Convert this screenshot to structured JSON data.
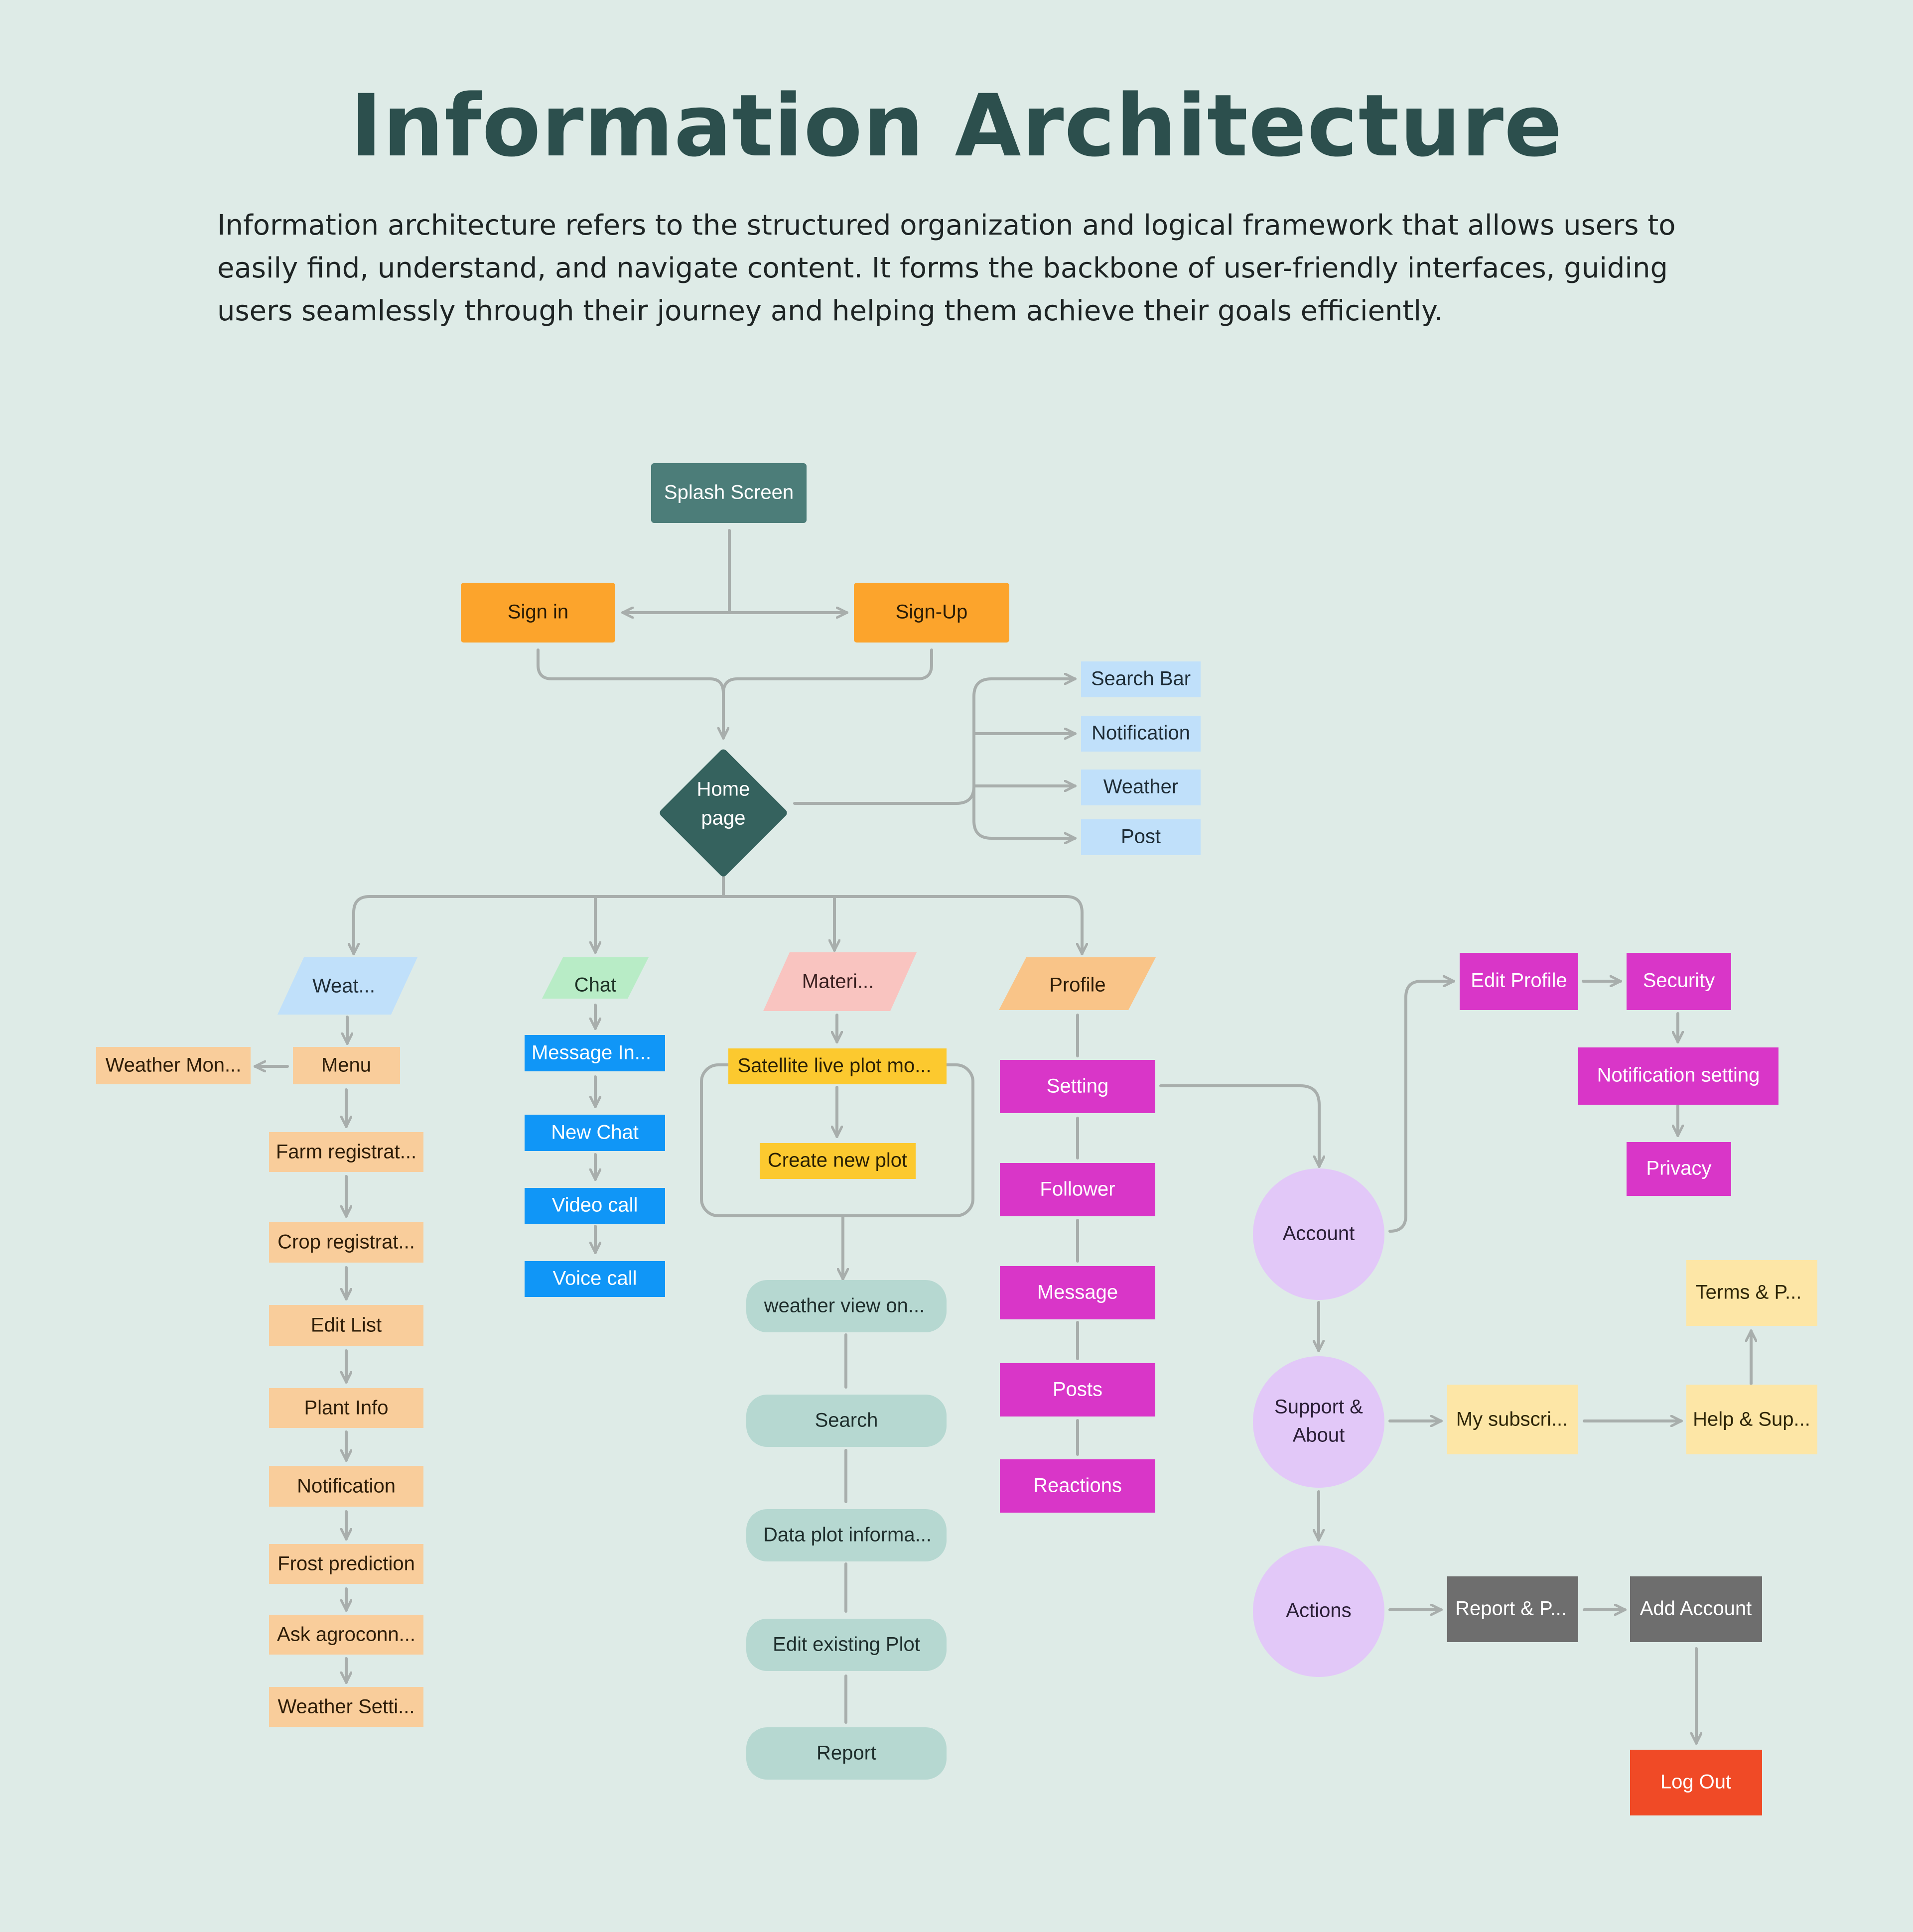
{
  "header": {
    "title": "Information Architecture",
    "description": "Information architecture refers to the structured organization and logical framework that allows users to easily find, understand, and navigate content. It forms the backbone of user-friendly interfaces, guiding users seamlessly through their journey and helping them achieve their goals efficiently."
  },
  "colors": {
    "background": "#deebe7",
    "title": "#2c4f4d",
    "connector": "#a8aeac",
    "splash": "#4c7d79",
    "auth": "#fca42c",
    "home": "#35625e",
    "home_features": "#c0e0fa",
    "weather_branch": "#f9cd9b",
    "chat_branch": "#1096f7",
    "chat_shape": "#b8ecc6",
    "material_shape": "#f9c4c0",
    "material_yellow": "#fcc92f",
    "material_teal": "#b6d8d1",
    "profile_shape": "#f9c488",
    "profile_magenta": "#d936c8",
    "account_circle": "#e2c8f8",
    "support_yellow": "#fde6a6",
    "actions_gray": "#6e6e6e",
    "logout_red": "#f04a26"
  },
  "diagram": {
    "nodes": {
      "splash": "Splash Screen",
      "signin": "Sign in",
      "signup": "Sign-Up",
      "home_line1": "Home",
      "home_line2": "page",
      "search_bar": "Search Bar",
      "notification": "Notification",
      "weather": "Weather",
      "post": "Post",
      "weat": "Weat...",
      "chat": "Chat",
      "materi": "Materi...",
      "profile": "Profile",
      "weather_mon": "Weather Mon...",
      "menu": "Menu",
      "farm_reg": "Farm registrat...",
      "crop_reg": "Crop registrat...",
      "edit_list": "Edit List",
      "plant_info": "Plant Info",
      "w_notification": "Notification",
      "frost": "Frost prediction",
      "ask_agro": "Ask agroconn...",
      "weather_setti": "Weather Setti...",
      "message_in": "Message In...",
      "new_chat": "New Chat",
      "video_call": "Video call",
      "voice_call": "Voice call",
      "satellite": "Satellite live plot mo...",
      "create_plot": "Create new plot",
      "weather_view": "weather view on...",
      "search": "Search",
      "data_plot": "Data plot informa...",
      "edit_plot": "Edit existing Plot",
      "report": "Report",
      "setting": "Setting",
      "follower": "Follower",
      "message": "Message",
      "posts": "Posts",
      "reactions": "Reactions",
      "account": "Account",
      "support_line1": "Support &",
      "support_line2": "About",
      "actions": "Actions",
      "edit_profile": "Edit Profile",
      "security": "Security",
      "notif_setting": "Notification setting",
      "privacy": "Privacy",
      "my_subscri": "My subscri...",
      "help_sup": "Help & Sup...",
      "terms": "Terms & P...",
      "report_p": "Report & P...",
      "add_account": "Add Account",
      "log_out": "Log Out"
    }
  }
}
